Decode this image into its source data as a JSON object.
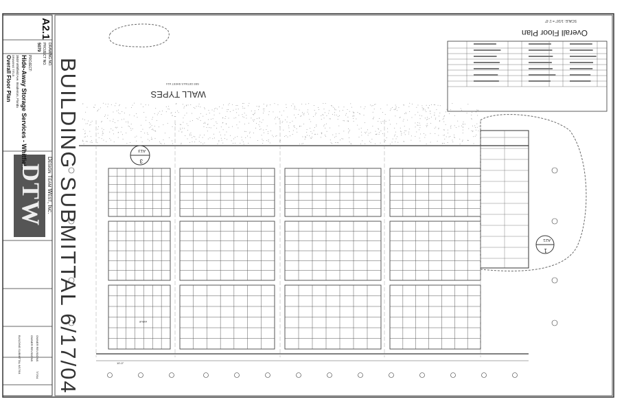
{
  "title_block": {
    "sheet_number": "A2.1",
    "drawing_no_label": "DRAWING NO.",
    "project_no_label": "PROJECT NO.",
    "project_no": "5079",
    "project_label": "PROJECT:",
    "project_name": "Hide-Away Storage Services - Whitfield",
    "project_address": "3848 Whitfield Ave. Bradenton, Florida",
    "drawing_title_label": "DRAWING TITLE:",
    "drawing_title": "Overall Floor Plan",
    "firm_name": "Design Team West, Inc.",
    "firm_logo": "DTW",
    "revision_1": "OWNER REVISIONS",
    "revision_2": "OWNER REVISIONS",
    "revision_date": "7/7/04",
    "submittal": "BUILDING SUBMITTAL 6/17/04"
  },
  "sheet": {
    "stamp": "BUILDING SUBMITTAL 6/17/04",
    "wall_types_heading": "WALL TYPES",
    "wall_types_note": "SEE DETAILS SHEET A14",
    "plan_title": "Overall Floor Plan",
    "plan_scale": "SCALE: 1/16\" = 1'-0\"",
    "callouts": [
      {
        "sheet": "A13",
        "number": "3"
      },
      {
        "sheet": "A21",
        "number": "1"
      }
    ],
    "dimension": "10'-0\"",
    "aisle_label": "AISLE"
  }
}
